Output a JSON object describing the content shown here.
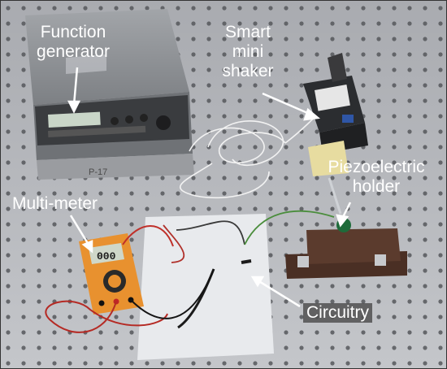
{
  "labels": {
    "function_generator": [
      "Function",
      "generator"
    ],
    "smart_mini_shaker": [
      "Smart",
      "mini",
      "shaker"
    ],
    "piezoelectric_holder": [
      "Piezoelectric",
      "holder"
    ],
    "multi_meter": "Multi-meter",
    "circuitry": "Circuitry"
  },
  "device_text": {
    "multimeter_display": "000",
    "generator_tag": "P-17"
  },
  "colors": {
    "table": "#b7b9bd",
    "hole": "#56585c",
    "generator_body": "#8f9296",
    "multimeter": "#e8912f",
    "paper": "#e9ebee",
    "holder_wood": "#5a3a2c",
    "label_text": "#ffffff",
    "arrow": "#ffffff"
  }
}
